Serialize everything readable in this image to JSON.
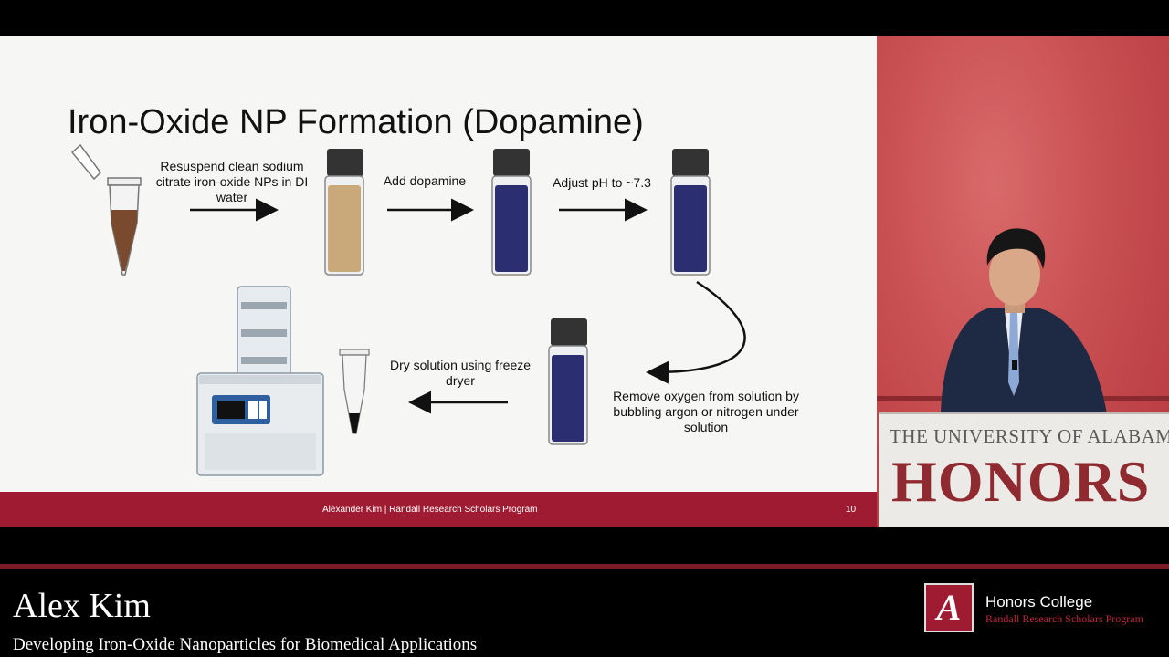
{
  "slide": {
    "title": "Iron-Oxide NP Formation (Dopamine)",
    "steps": {
      "resuspend": "Resuspend clean sodium citrate iron-oxide NPs in DI water",
      "add_dopamine": "Add dopamine",
      "adjust_ph": "Adjust pH to ~7.3",
      "remove_oxygen": "Remove oxygen from solution by bubbling argon or nitrogen under solution",
      "dry": "Dry solution using freeze dryer"
    },
    "footer": {
      "text": "Alexander Kim | Randall Research Scholars Program",
      "page": "10"
    },
    "colors": {
      "tan_solution": "#c9a97a",
      "blue_solution": "#2b2f72",
      "brown_solution": "#7a4a2e",
      "footer_bar": "#9e1b32"
    }
  },
  "podium_sign": {
    "line1": "THE UNIVERSITY OF ALABAMA®",
    "line2": "HONORS"
  },
  "lower_third": {
    "name": "Alex Kim",
    "talk_title": "Developing Iron-Oxide Nanoparticles for Biomedical Applications",
    "college": "Honors College",
    "program": "Randall Research Scholars Program",
    "logo_letter": "A"
  }
}
